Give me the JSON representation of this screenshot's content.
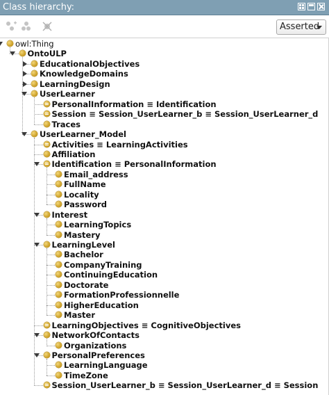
{
  "panel": {
    "title": "Class hierarchy:"
  },
  "toolbar": {
    "selected_view": "Asserted"
  },
  "icons": {
    "titlebar": [
      "grid-icon",
      "window-icon",
      "close-icon"
    ],
    "tools": [
      "add-subclass-icon",
      "add-sibling-icon",
      "delete-class-icon"
    ]
  },
  "colors": {
    "titlebar": "#7f9fb3",
    "class_dot": "#d4a52a"
  },
  "tree": [
    {
      "label": "owl:Thing",
      "level": 0,
      "toggle": "open",
      "bold": false,
      "equiv": false
    },
    {
      "label": "OntoULP",
      "level": 1,
      "toggle": "open",
      "bold": true,
      "equiv": false
    },
    {
      "label": "EducationalObjectives",
      "level": 2,
      "toggle": "closed",
      "bold": true,
      "equiv": false
    },
    {
      "label": "KnowledgeDomains",
      "level": 2,
      "toggle": "closed",
      "bold": true,
      "equiv": false
    },
    {
      "label": "LearningDesign",
      "level": 2,
      "toggle": "closed",
      "bold": true,
      "equiv": false
    },
    {
      "label": "UserLearner",
      "level": 2,
      "toggle": "open",
      "bold": true,
      "equiv": false
    },
    {
      "label": "PersonalInformation ≡ Identification",
      "level": 3,
      "toggle": "none",
      "bold": true,
      "equiv": true
    },
    {
      "label": "Session ≡ Session_UserLearner_b ≡ Session_UserLearner_d",
      "level": 3,
      "toggle": "none",
      "bold": true,
      "equiv": true
    },
    {
      "label": "Traces",
      "level": 3,
      "toggle": "none",
      "bold": true,
      "equiv": false
    },
    {
      "label": "UserLearner_Model",
      "level": 2,
      "toggle": "open",
      "bold": true,
      "equiv": false
    },
    {
      "label": "Activities ≡ LearningActivities",
      "level": 3,
      "toggle": "none",
      "bold": true,
      "equiv": true
    },
    {
      "label": "Affiliation",
      "level": 3,
      "toggle": "none",
      "bold": true,
      "equiv": false
    },
    {
      "label": "Identification ≡ PersonalInformation",
      "level": 3,
      "toggle": "open",
      "bold": true,
      "equiv": true
    },
    {
      "label": "Email_address",
      "level": 4,
      "toggle": "none",
      "bold": true,
      "equiv": false
    },
    {
      "label": "FullName",
      "level": 4,
      "toggle": "none",
      "bold": true,
      "equiv": false
    },
    {
      "label": "Locality",
      "level": 4,
      "toggle": "none",
      "bold": true,
      "equiv": false
    },
    {
      "label": "Password",
      "level": 4,
      "toggle": "none",
      "bold": true,
      "equiv": false
    },
    {
      "label": "Interest",
      "level": 3,
      "toggle": "open",
      "bold": true,
      "equiv": false
    },
    {
      "label": "LearningTopics",
      "level": 4,
      "toggle": "none",
      "bold": true,
      "equiv": false
    },
    {
      "label": "Mastery",
      "level": 4,
      "toggle": "none",
      "bold": true,
      "equiv": false
    },
    {
      "label": "LearningLevel",
      "level": 3,
      "toggle": "open",
      "bold": true,
      "equiv": false
    },
    {
      "label": "Bachelor",
      "level": 4,
      "toggle": "none",
      "bold": true,
      "equiv": false
    },
    {
      "label": "CompanyTraining",
      "level": 4,
      "toggle": "none",
      "bold": true,
      "equiv": false
    },
    {
      "label": "ContinuingEducation",
      "level": 4,
      "toggle": "none",
      "bold": true,
      "equiv": false
    },
    {
      "label": "Doctorate",
      "level": 4,
      "toggle": "none",
      "bold": true,
      "equiv": false
    },
    {
      "label": "FormationProfessionnelle",
      "level": 4,
      "toggle": "none",
      "bold": true,
      "equiv": false
    },
    {
      "label": "HigherEducation",
      "level": 4,
      "toggle": "none",
      "bold": true,
      "equiv": false
    },
    {
      "label": "Master",
      "level": 4,
      "toggle": "none",
      "bold": true,
      "equiv": false
    },
    {
      "label": "LearningObjectives ≡ CognitiveObjectives",
      "level": 3,
      "toggle": "none",
      "bold": true,
      "equiv": true
    },
    {
      "label": "NetworkOfContacts",
      "level": 3,
      "toggle": "open",
      "bold": true,
      "equiv": false
    },
    {
      "label": "Organizations",
      "level": 4,
      "toggle": "none",
      "bold": true,
      "equiv": false
    },
    {
      "label": "PersonalPreferences",
      "level": 3,
      "toggle": "open",
      "bold": true,
      "equiv": false
    },
    {
      "label": "LearningLanguage",
      "level": 4,
      "toggle": "none",
      "bold": true,
      "equiv": false
    },
    {
      "label": "TimeZone",
      "level": 4,
      "toggle": "none",
      "bold": true,
      "equiv": false
    },
    {
      "label": "Session_UserLearner_b ≡ Session_UserLearner_d ≡ Session",
      "level": 3,
      "toggle": "none",
      "bold": true,
      "equiv": true
    }
  ]
}
